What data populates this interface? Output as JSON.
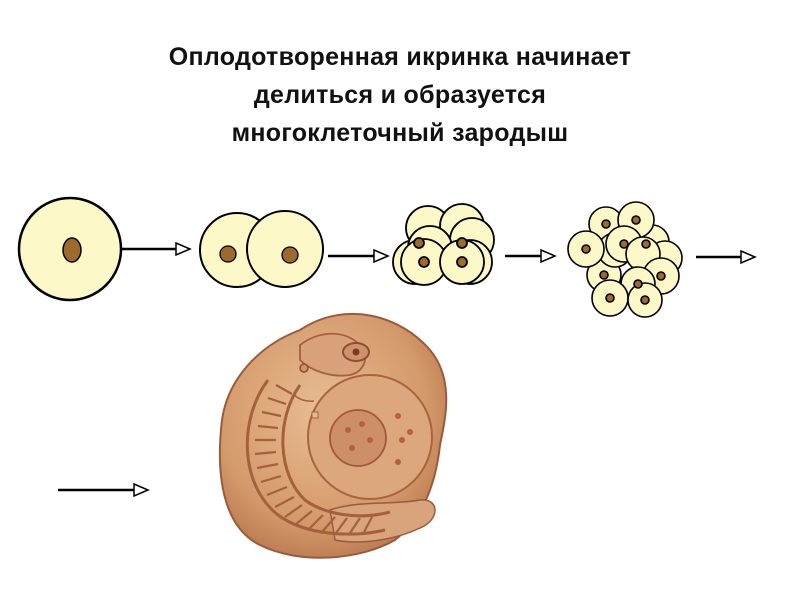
{
  "title": {
    "lines": [
      "Оплодотворенная икринка начинает",
      "делиться и образуется",
      "многоклеточный зародыш"
    ]
  },
  "colors": {
    "cell_fill": "#fdf8c8",
    "nucleus": "#9b6a2c",
    "stroke": "#000000",
    "embryo_body": "#d39a70",
    "embryo_dark": "#a25a3b"
  },
  "stages": [
    {
      "name": "zygote",
      "cells": 1
    },
    {
      "name": "two-cell",
      "cells": 2
    },
    {
      "name": "eight-cell",
      "cells": 8
    },
    {
      "name": "morula",
      "cells": 16
    },
    {
      "name": "embryo",
      "cells": null
    }
  ],
  "icons": [
    "arrow-icon",
    "cell-icon",
    "embryo-icon"
  ]
}
